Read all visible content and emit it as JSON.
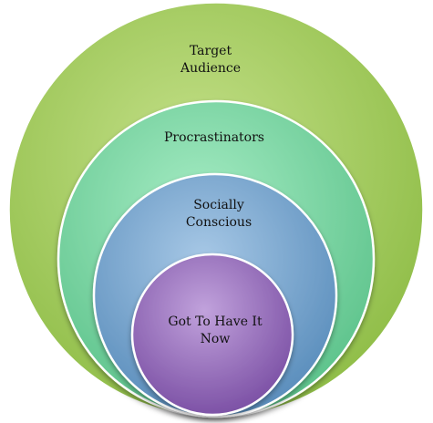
{
  "diagram": {
    "type": "nested-circles",
    "layers": [
      {
        "label": "Target\nAudience",
        "color": "#9fc85a"
      },
      {
        "label": "Procrastinators",
        "color": "#7ed6a3"
      },
      {
        "label": "Socially\nConscious",
        "color": "#79a8cf"
      },
      {
        "label": "Got To Have It\nNow",
        "color": "#9a6fbf"
      }
    ]
  }
}
